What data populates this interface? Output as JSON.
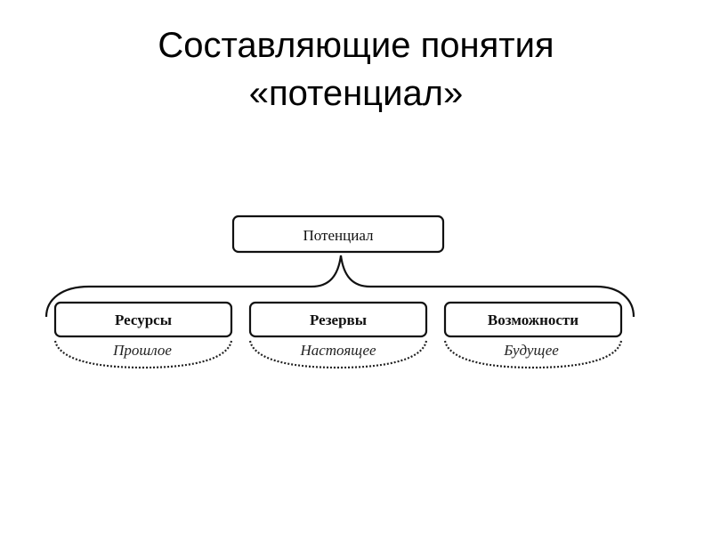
{
  "title": {
    "line1": "Составляющие понятия",
    "line2": "«потенциал»"
  },
  "diagram": {
    "root": "Потенциал",
    "children": [
      {
        "label": "Ресурсы",
        "time": "Прошлое"
      },
      {
        "label": "Резервы",
        "time": "Настоящее"
      },
      {
        "label": "Возможности",
        "time": "Будущее"
      }
    ]
  }
}
